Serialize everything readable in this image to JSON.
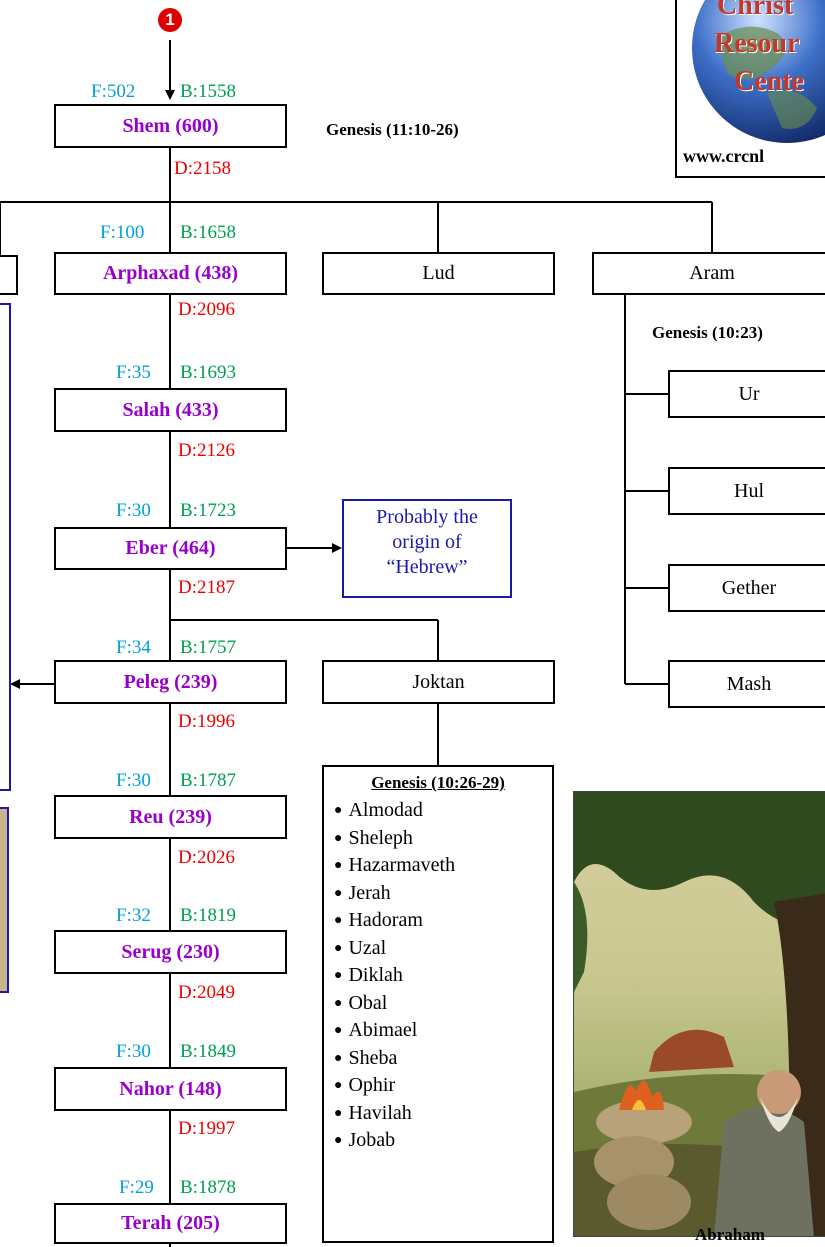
{
  "marker": {
    "number": "1"
  },
  "references": {
    "shem": "Genesis (11:10-26)",
    "aram": "Genesis (10:23)"
  },
  "main_line": [
    {
      "name": "Shem (600)",
      "f": "F:502",
      "b": "B:1558",
      "d": "D:2158"
    },
    {
      "name": "Arphaxad (438)",
      "f": "F:100",
      "b": "B:1658",
      "d": "D:2096"
    },
    {
      "name": "Salah (433)",
      "f": "F:35",
      "b": "B:1693",
      "d": "D:2126"
    },
    {
      "name": "Eber (464)",
      "f": "F:30",
      "b": "B:1723",
      "d": "D:2187"
    },
    {
      "name": "Peleg (239)",
      "f": "F:34",
      "b": "B:1757",
      "d": "D:1996"
    },
    {
      "name": "Reu (239)",
      "f": "F:30",
      "b": "B:1787",
      "d": "D:2026"
    },
    {
      "name": "Serug (230)",
      "f": "F:32",
      "b": "B:1819",
      "d": "D:2049"
    },
    {
      "name": "Nahor (148)",
      "f": "F:30",
      "b": "B:1849",
      "d": "D:1997"
    },
    {
      "name": "Terah (205)",
      "f": "F:29",
      "b": "B:1878"
    }
  ],
  "shem_sons": {
    "lud": "Lud",
    "aram": "Aram"
  },
  "aram_sons": [
    "Ur",
    "Hul",
    "Gether",
    "Mash"
  ],
  "eber_note": [
    "Probably the",
    "origin of",
    "“Hebrew”"
  ],
  "joktan": {
    "name": "Joktan",
    "reference": "Genesis (10:26-29)",
    "sons": [
      "Almodad",
      "Sheleph",
      "Hazarmaveth",
      "Jerah",
      "Hadoram",
      "Uzal",
      "Diklah",
      "Obal",
      "Abimael",
      "Sheba",
      "Ophir",
      "Havilah",
      "Jobab"
    ]
  },
  "logo": {
    "lines": [
      "Christ",
      "Resour",
      "Cente"
    ],
    "url": "www.crcnl"
  },
  "abraham": {
    "caption": "Abraham"
  },
  "colors": {
    "generation_name": "#9900cc",
    "father_age": "#00a0dd",
    "birth_year": "#00a050",
    "death_year": "#ee0000",
    "note_border": "#1a1aa6",
    "marker": "#dd0000"
  }
}
